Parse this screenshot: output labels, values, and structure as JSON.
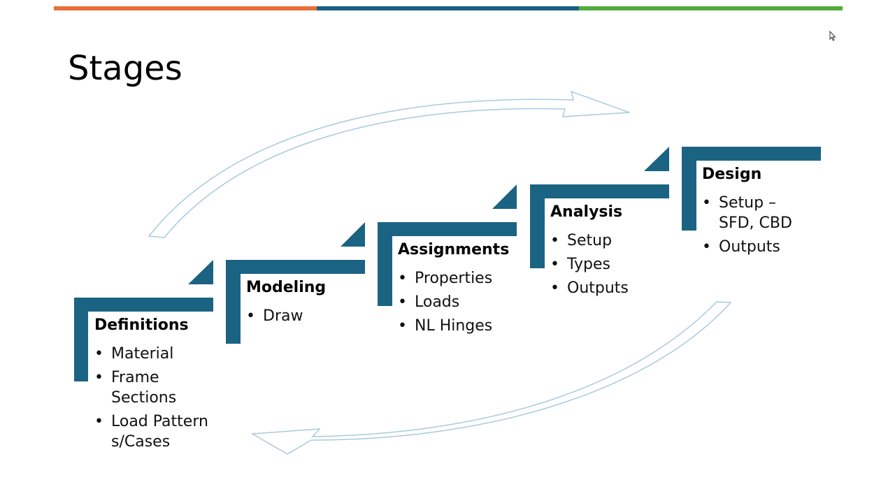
{
  "slide": {
    "title": "Stages"
  },
  "colors": {
    "bar_orange": "#E8703A",
    "bar_blue": "#1B5F82",
    "bar_green": "#4FAD3A",
    "stage_fill": "#1B6382",
    "arrow_stroke": "#A9CADB"
  },
  "stages": [
    {
      "heading": "Definitions",
      "items": [
        "Material",
        "Frame Sections",
        "Load Patterns/Cases"
      ]
    },
    {
      "heading": "Modeling",
      "items": [
        "Draw"
      ]
    },
    {
      "heading": "Assignments",
      "items": [
        "Properties",
        "Loads",
        "NL Hinges"
      ]
    },
    {
      "heading": "Analysis",
      "items": [
        "Setup",
        "Types",
        "Outputs"
      ]
    },
    {
      "heading": "Design",
      "items": [
        "Setup – SFD, CBD",
        "Outputs"
      ]
    }
  ]
}
